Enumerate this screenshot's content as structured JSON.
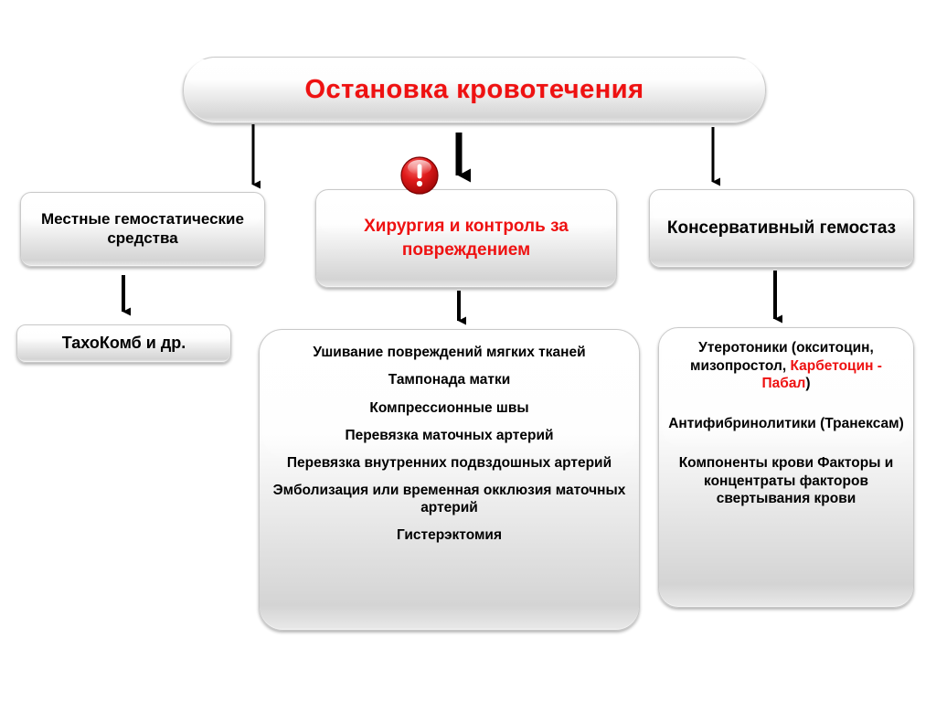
{
  "title": {
    "label": "Остановка  кровотечения",
    "color": "#ee1111"
  },
  "branches": {
    "local": {
      "heading": "Местные гемостатические средства",
      "child": "ТахоКомб и др."
    },
    "surgery": {
      "heading": "Хирургия и контроль за повреждением",
      "heading_color": "#ee1111",
      "warning_icon": "exclamation-circle-icon",
      "items": [
        "Ушивание повреждений мягких тканей",
        "Тампонада матки",
        "Компрессионные швы",
        "Перевязка маточных артерий",
        "Перевязка внутренних подвздошных артерий",
        "Эмболизация или временная окклюзия маточных артерий",
        "Гистерэктомия"
      ]
    },
    "conservative": {
      "heading": "Консервативный гемостаз",
      "groups": [
        {
          "prefix": "Утеротоники (окситоцин, мизопростол, ",
          "highlight": "Карбетоцин - Пабал",
          "suffix": ")",
          "highlight_color": "#ee1111"
        },
        {
          "prefix": "Антифибринолитики (Транексам)",
          "highlight": "",
          "suffix": ""
        },
        {
          "prefix": "Компоненты крови Факторы и концентраты факторов свертывания крови",
          "highlight": "",
          "suffix": ""
        }
      ]
    }
  },
  "arrows": [
    {
      "name": "arrow-title-to-local"
    },
    {
      "name": "arrow-title-to-surgery"
    },
    {
      "name": "arrow-title-to-conservative"
    },
    {
      "name": "arrow-local-to-tachocomb"
    },
    {
      "name": "arrow-surgery-to-list"
    },
    {
      "name": "arrow-conservative-to-list"
    }
  ]
}
